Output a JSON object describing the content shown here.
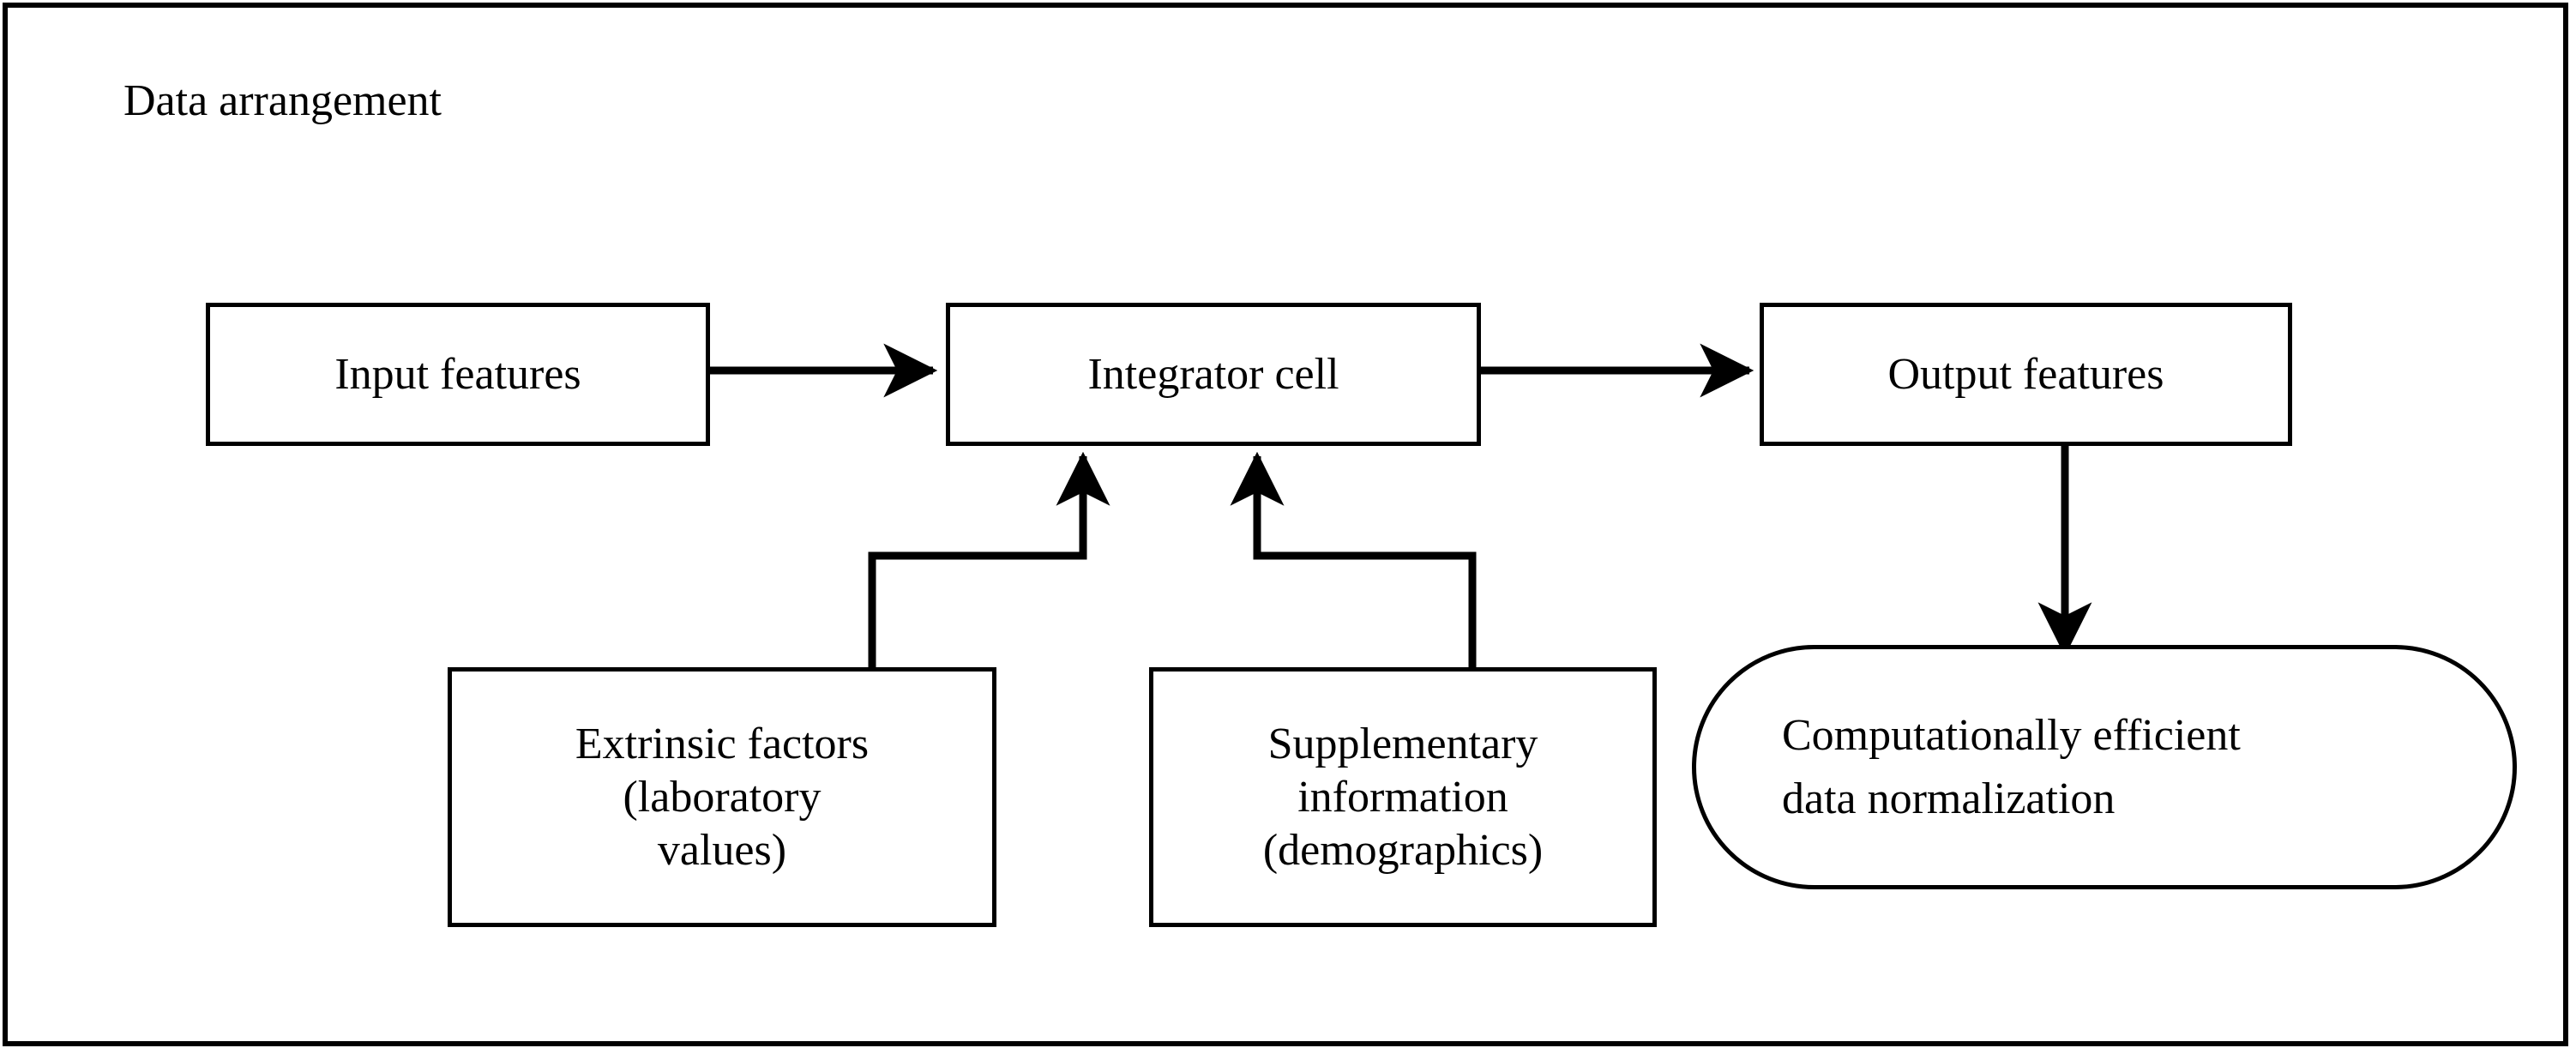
{
  "figure": {
    "title": "Data arrangement",
    "border_color": "#000000",
    "background_color": "#ffffff",
    "line_color": "#000000"
  },
  "nodes": [
    {
      "id": "input-features",
      "label": "Input features",
      "shape": "rectangle"
    },
    {
      "id": "integrator-cell",
      "label": "Integrator cell",
      "shape": "rectangle"
    },
    {
      "id": "output-features",
      "label": "Output features",
      "shape": "rectangle"
    },
    {
      "id": "extrinsic-factors",
      "label": "Extrinsic factors\n(laboratory\nvalues)",
      "shape": "rectangle"
    },
    {
      "id": "supplementary-information",
      "label": "Supplementary\ninformation\n(demographics)",
      "shape": "rectangle"
    },
    {
      "id": "computationally-efficient-data-normalization",
      "label": "Computationally  efficient\ndata normalization",
      "shape": "rounded-rectangle"
    }
  ],
  "edges": [
    {
      "id": "input-to-integrator",
      "from": "input-features",
      "to": "integrator-cell",
      "style": "straight-arrow",
      "direction": "right"
    },
    {
      "id": "integrator-to-output",
      "from": "integrator-cell",
      "to": "output-features",
      "style": "straight-arrow",
      "direction": "right"
    },
    {
      "id": "extrinsic-to-integrator",
      "from": "extrinsic-factors",
      "to": "integrator-cell",
      "style": "elbow-arrow",
      "direction": "up"
    },
    {
      "id": "supplementary-to-integrator",
      "from": "supplementary-information",
      "to": "integrator-cell",
      "style": "elbow-arrow",
      "direction": "up"
    },
    {
      "id": "output-to-normalization",
      "from": "output-features",
      "to": "computationally-efficient-data-normalization",
      "style": "straight-arrow",
      "direction": "down"
    }
  ]
}
